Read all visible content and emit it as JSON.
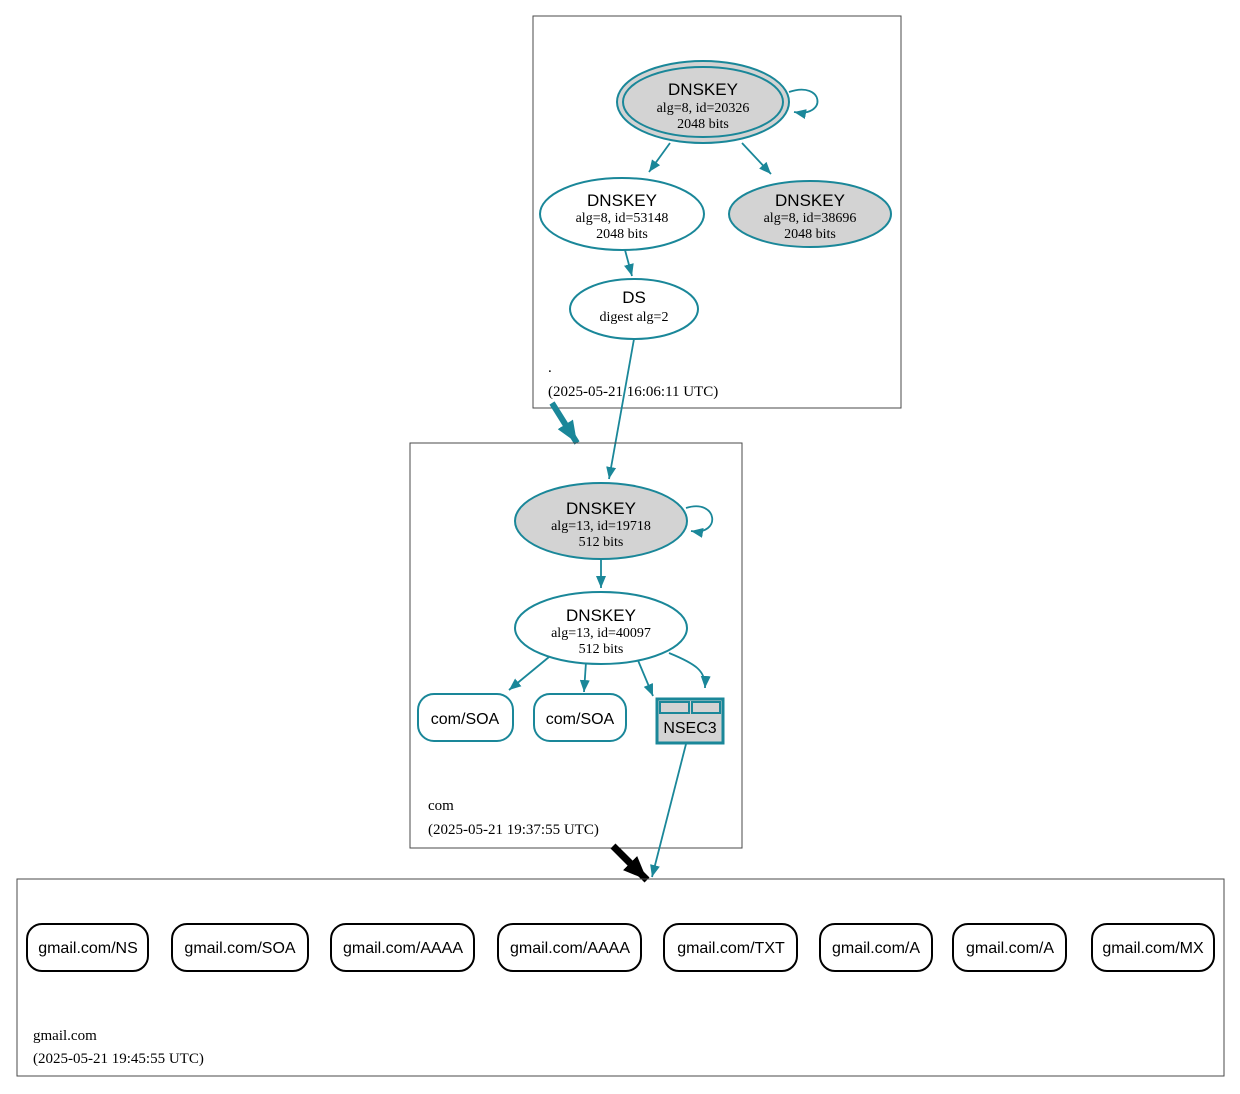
{
  "colors": {
    "secure_teal": "#1a8799",
    "node_gray_fill": "#d3d3d3",
    "box_border_gray": "#4a4a4a",
    "record_border_black": "#000000"
  },
  "root_zone": {
    "label": ".",
    "timestamp": "(2025-05-21 16:06:11 UTC)",
    "ksk": {
      "title": "DNSKEY",
      "detail1": "alg=8, id=20326",
      "detail2": "2048 bits"
    },
    "zsk": {
      "title": "DNSKEY",
      "detail1": "alg=8, id=53148",
      "detail2": "2048 bits"
    },
    "key3": {
      "title": "DNSKEY",
      "detail1": "alg=8, id=38696",
      "detail2": "2048 bits"
    },
    "ds": {
      "title": "DS",
      "detail1": "digest alg=2"
    }
  },
  "com_zone": {
    "label": "com",
    "timestamp": "(2025-05-21 19:37:55 UTC)",
    "ksk": {
      "title": "DNSKEY",
      "detail1": "alg=13, id=19718",
      "detail2": "512 bits"
    },
    "zsk": {
      "title": "DNSKEY",
      "detail1": "alg=13, id=40097",
      "detail2": "512 bits"
    },
    "soa_nodes": [
      "com/SOA",
      "com/SOA"
    ],
    "nsec3_label": "NSEC3"
  },
  "gmail_zone": {
    "label": "gmail.com",
    "timestamp": "(2025-05-21 19:45:55 UTC)",
    "records": [
      "gmail.com/NS",
      "gmail.com/SOA",
      "gmail.com/AAAA",
      "gmail.com/AAAA",
      "gmail.com/TXT",
      "gmail.com/A",
      "gmail.com/A",
      "gmail.com/MX"
    ]
  }
}
